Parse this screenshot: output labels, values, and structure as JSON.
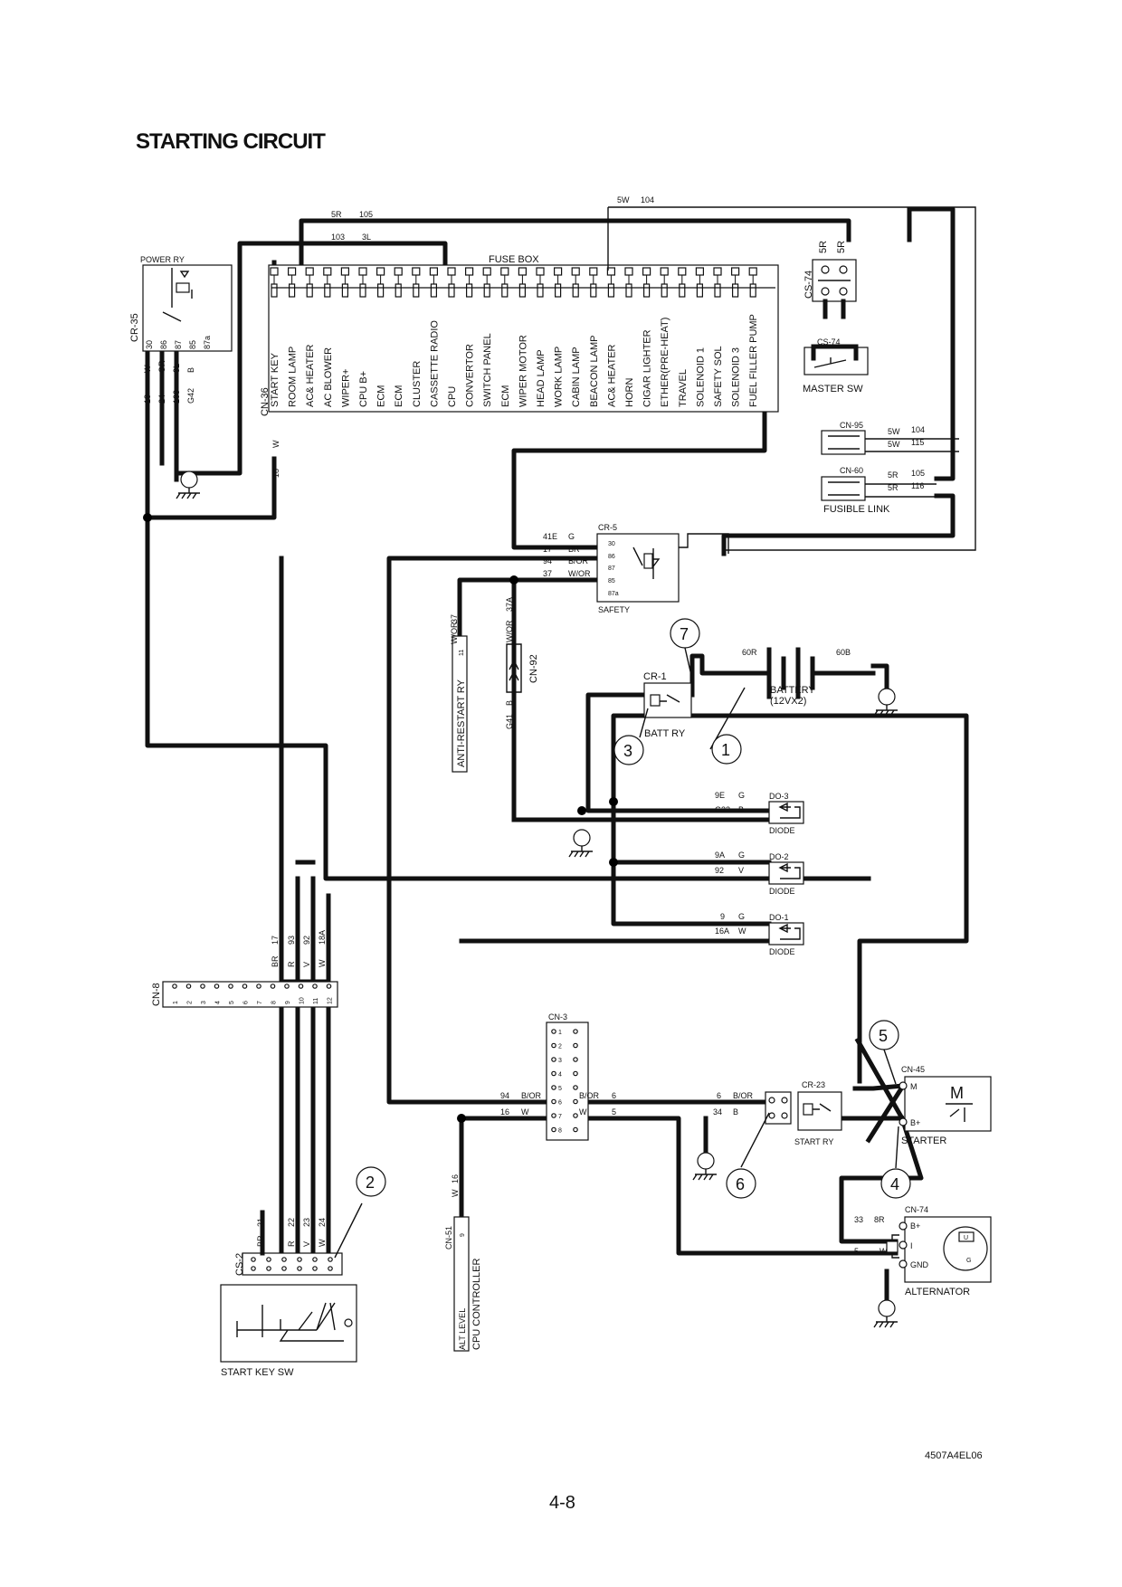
{
  "title": "STARTING CIRCUIT",
  "drawing_id": "4507A4EL06",
  "page_number": "4-8",
  "components": {
    "power_ry": {
      "label": "POWER RY",
      "connector": "CR-35",
      "pins": [
        "30",
        "86",
        "87",
        "85",
        "87a"
      ],
      "wires": [
        {
          "no": "18",
          "color": "W"
        },
        {
          "no": "24",
          "color": "OR"
        },
        {
          "no": "103",
          "color": "3L"
        },
        {
          "no": "G42",
          "color": "B"
        }
      ]
    },
    "fuse_box": {
      "label": "FUSE BOX",
      "connector": "CN-36",
      "circuits": [
        "START KEY",
        "ROOM LAMP",
        "AC& HEATER",
        "AC BLOWER",
        "WIPER+",
        "CPU B+",
        "ECM",
        "ECM",
        "CLUSTER",
        "CASSETTE RADIO",
        "CPU",
        "CONVERTOR",
        "SWITCH PANEL",
        "ECM",
        "WIPER MOTOR",
        "HEAD LAMP",
        "WORK LAMP",
        "CABIN LAMP",
        "BEACON LAMP",
        "AC& HEATER",
        "HORN",
        "CIGAR LIGHTER",
        "ETHER(PRE-HEAT)",
        "TRAVEL",
        "SOLENOID 1",
        "SAFETY SOL",
        "SOLENOID 3",
        "FUEL FILLER PUMP"
      ],
      "start_key_wire": {
        "color": "W",
        "no": "18"
      }
    },
    "master_sw": {
      "label": "MASTER SW",
      "connector": "CS-74",
      "wires": [
        "5R",
        "5R"
      ]
    },
    "fusible_link": {
      "label": "FUSIBLE LINK",
      "cn95": {
        "label": "CN-95",
        "wires": [
          {
            "no": "104",
            "color": "5W"
          },
          {
            "no": "115",
            "color": "5W"
          }
        ]
      },
      "cn60": {
        "label": "CN-60",
        "wires": [
          {
            "no": "105",
            "color": "5R"
          },
          {
            "no": "116",
            "color": "5R"
          }
        ]
      }
    },
    "safety_ry": {
      "label": "SAFETY",
      "connector": "CR-5",
      "pins": [
        "30",
        "86",
        "87",
        "85",
        "87a"
      ],
      "wires": [
        {
          "no": "41E",
          "color": "G"
        },
        {
          "no": "17",
          "color": "BR"
        },
        {
          "no": "94",
          "color": "B/OR"
        },
        {
          "no": "37",
          "color": "W/OR"
        }
      ]
    },
    "anti_restart_ry": {
      "label": "ANTI-RESTART RY",
      "wire_no": "37",
      "wire_color": "W/OR",
      "pin": "11"
    },
    "cn92": {
      "label": "CN-92",
      "wires": [
        {
          "no": "37A",
          "color": "W/OR"
        },
        {
          "no": "G41",
          "color": "B"
        }
      ]
    },
    "batt_ry": {
      "label": "BATT RY",
      "connector": "CR-1"
    },
    "battery": {
      "label": "BATTERY",
      "spec": "(12VX2)",
      "wires": [
        "60R",
        "60B"
      ]
    },
    "top_wires": [
      {
        "color": "5R",
        "no": "105"
      },
      {
        "no": "103",
        "color": "3L"
      },
      {
        "color": "5W",
        "no": "104"
      }
    ],
    "diodes": [
      {
        "label": "DIODE",
        "connector": "DO-3",
        "wires": [
          {
            "no": "9E",
            "color": "G"
          },
          {
            "no": "G32",
            "color": "B"
          }
        ]
      },
      {
        "label": "DIODE",
        "connector": "DO-2",
        "wires": [
          {
            "no": "9A",
            "color": "G"
          },
          {
            "no": "92",
            "color": "V"
          }
        ]
      },
      {
        "label": "DIODE",
        "connector": "DO-1",
        "wires": [
          {
            "no": "9",
            "color": "G"
          },
          {
            "no": "16A",
            "color": "W"
          }
        ]
      }
    ],
    "cn8": {
      "label": "CN-8",
      "pins": [
        "1",
        "2",
        "3",
        "4",
        "5",
        "6",
        "7",
        "8",
        "9",
        "10",
        "11",
        "12"
      ],
      "wires": [
        {
          "color": "BR",
          "no": "17"
        },
        {
          "color": "R",
          "no": "93"
        },
        {
          "color": "V",
          "no": "92"
        },
        {
          "color": "W",
          "no": "18A"
        }
      ]
    },
    "cn3": {
      "label": "CN-3",
      "pins": [
        "1",
        "2",
        "3",
        "4",
        "5",
        "6",
        "7",
        "8"
      ],
      "wires": [
        {
          "no": "94",
          "color": "B/OR",
          "out_color": "B/OR",
          "out_no": "6"
        },
        {
          "no": "16",
          "color": "W",
          "out_color": "W",
          "out_no": "5"
        }
      ]
    },
    "start_ry": {
      "label": "START RY",
      "connector": "CR-23",
      "wires": [
        {
          "no": "6",
          "color": "B/OR"
        },
        {
          "no": "34",
          "color": "B"
        }
      ]
    },
    "starter": {
      "label": "STARTER",
      "connector": "CN-45",
      "terminals": [
        "M",
        "B+"
      ],
      "symbol": "M"
    },
    "start_key_sw": {
      "label": "START KEY SW",
      "connector": "CS-2",
      "wires": [
        {
          "color": "BR",
          "no": "21"
        },
        {
          "color": "R",
          "no": "22"
        },
        {
          "color": "V",
          "no": "23"
        },
        {
          "color": "W",
          "no": "24"
        }
      ]
    },
    "cpu_controller": {
      "label": "CPU CONTROLLER",
      "connector": "CN-51",
      "level": "ALT LEVEL",
      "pin": "9",
      "wire": {
        "color": "W",
        "no": "16"
      }
    },
    "alternator": {
      "label": "ALTERNATOR",
      "connector": "CN-74",
      "terminals": [
        "B+",
        "I",
        "GND"
      ],
      "wires": [
        {
          "no": "33",
          "color": "8R"
        },
        {
          "no": "5",
          "color": "W"
        }
      ]
    }
  },
  "callouts": [
    "1",
    "2",
    "3",
    "4",
    "5",
    "6",
    "7"
  ]
}
